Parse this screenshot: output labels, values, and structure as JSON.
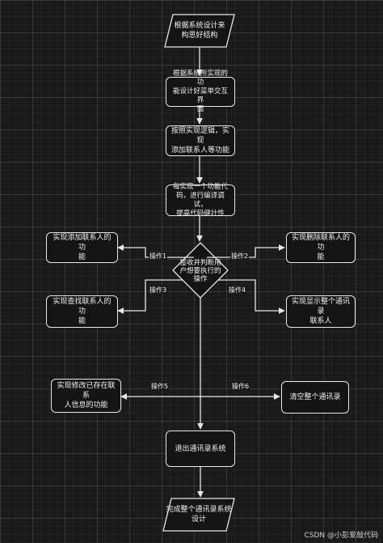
{
  "nodes": {
    "start": "根据系统设计来\n构思好结构",
    "n2": "根据系统所实现的功\n能设计好菜单交互界\n面",
    "n3": "按照实现逻辑，实现\n添加联系人等功能",
    "n4": "每实现一个功能代\n码，进行编译调试，\n提高代码健壮性",
    "decision": "接收并判断用\n户想要执行的\n操作",
    "add": "实现添加联系人的功\n能",
    "del": "实现删除联系人的功\n能",
    "find": "实现查找联系人的功\n能",
    "show": "实现显示整个通讯录\n联系人",
    "modify": "实现修改已存在联系\n人信息的功能",
    "clear": "清空整个通讯录",
    "exit": "退出通讯录系统",
    "end": "完成整个通讯录系统\n设计"
  },
  "edge_labels": {
    "op1": "操作1",
    "op2": "操作2",
    "op3": "操作3",
    "op4": "操作4",
    "op5": "操作5",
    "op6": "操作6"
  },
  "watermark": "CSDN @小彭爱敲代码",
  "colors": {
    "background": "#1a1a1a",
    "stroke": "#e8e8e8",
    "text": "#f2f2f2"
  }
}
